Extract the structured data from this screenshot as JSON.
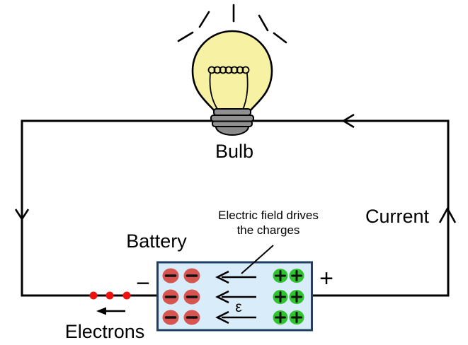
{
  "labels": {
    "bulb": "Bulb",
    "current": "Current",
    "battery": "Battery",
    "electrons": "Electrons",
    "field_note_line1": "Electric field drives",
    "field_note_line2": "the charges",
    "emf": "ε",
    "negative_terminal": "−",
    "positive_terminal": "+"
  },
  "colors": {
    "wire": "#000000",
    "battery_fill": "#d9ecf9",
    "battery_border": "#1f4062",
    "negative_charge": "#d65550",
    "positive_charge": "#2fc42f",
    "charge_symbol": "#111111",
    "electron_dot": "#ee1111",
    "bulb_glass": "#f6f1a3",
    "bulb_base": "#909090",
    "bulb_base_cap": "#8a8a8a"
  }
}
